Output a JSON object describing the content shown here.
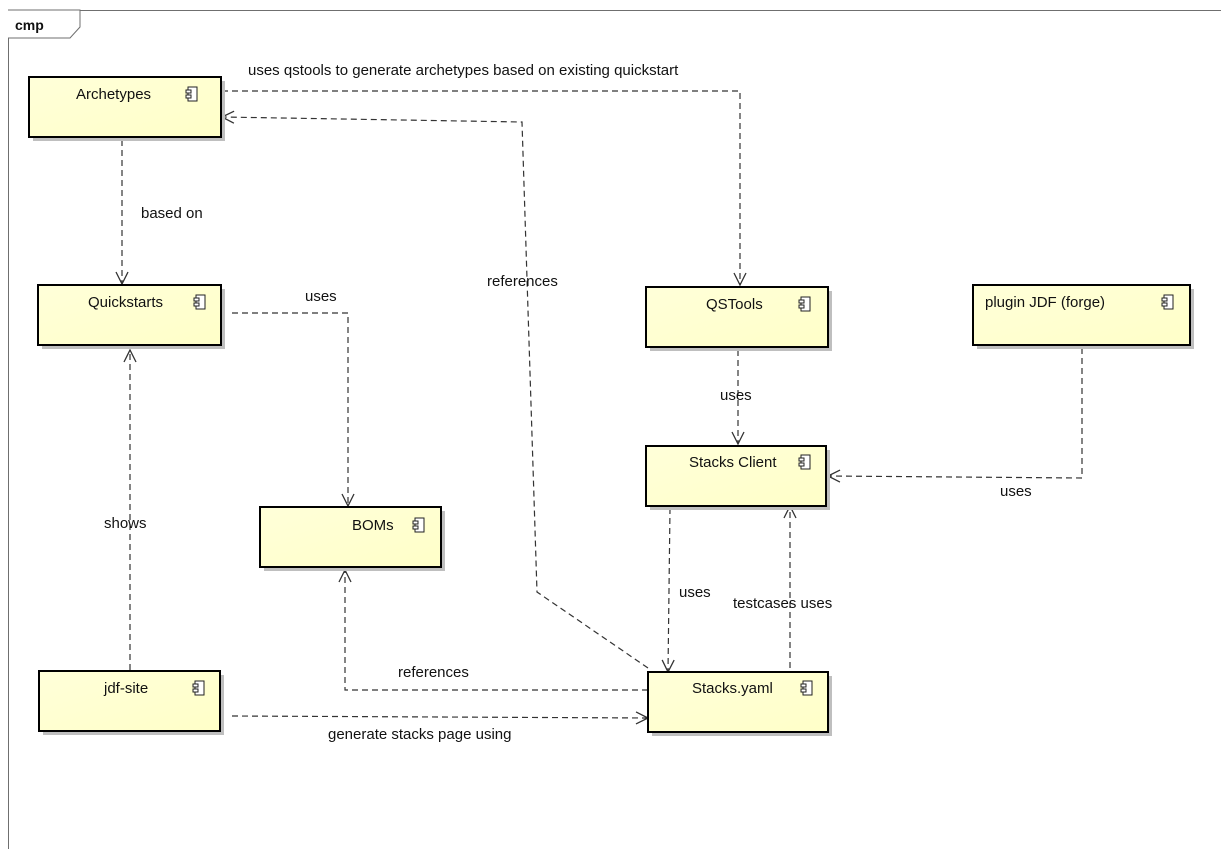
{
  "diagram": {
    "frame_label": "cmp",
    "components": {
      "archetypes": "Archetypes",
      "quickstarts": "Quickstarts",
      "boms": "BOMs",
      "jdf_site": "jdf-site",
      "qstools": "QSTools",
      "plugin_jdf": "plugin JDF (forge)",
      "stacks_client": "Stacks Client",
      "stacks_yaml": "Stacks.yaml"
    },
    "edges": {
      "archetypes_to_qstools": "uses qstools to generate archetypes based on existing quickstart",
      "archetypes_to_quickstarts": "based on",
      "quickstarts_to_boms": "uses",
      "stacks_yaml_to_archetypes": "references",
      "jdf_site_to_quickstarts": "shows",
      "stacks_yaml_to_boms": "references",
      "jdf_site_to_stacks_yaml": "generate stacks page using",
      "qstools_to_stacks_client": "uses",
      "plugin_to_stacks_client": "uses",
      "stacks_client_to_stacks_yaml": "uses",
      "stacks_yaml_to_stacks_client": "testcases uses"
    },
    "colors": {
      "component_fill": "#ffffd2",
      "component_border": "#000000",
      "edge": "#333333"
    }
  }
}
